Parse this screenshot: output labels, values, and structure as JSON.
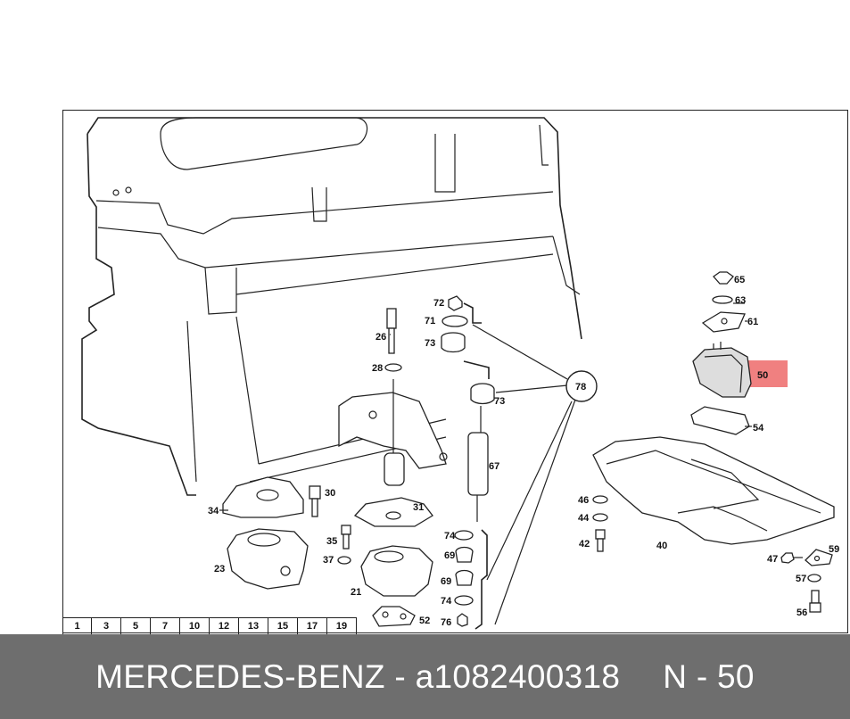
{
  "callouts": {
    "c21": "21",
    "c23": "23",
    "c26": "26",
    "c28": "28",
    "c30": "30",
    "c31": "31",
    "c34": "34",
    "c35": "35",
    "c37": "37",
    "c40": "40",
    "c42": "42",
    "c44": "44",
    "c46": "46",
    "c47": "47",
    "c50": "50",
    "c52": "52",
    "c54": "54",
    "c56": "56",
    "c57": "57",
    "c59": "59",
    "c61": "61",
    "c63": "63",
    "c65": "65",
    "c67": "67",
    "c69a": "69",
    "c69b": "69",
    "c71": "71",
    "c72": "72",
    "c73a": "73",
    "c73b": "73",
    "c74a": "74",
    "c74b": "74",
    "c76": "76",
    "c78": "78"
  },
  "page_index": [
    "1",
    "3",
    "5",
    "7",
    "10",
    "12",
    "13",
    "15",
    "17",
    "19"
  ],
  "caption": {
    "brand": "MERCEDES-BENZ",
    "separator": "-",
    "part_number": "a1082400318",
    "position_label": "N - 50"
  },
  "highlight_color": "#f08080"
}
